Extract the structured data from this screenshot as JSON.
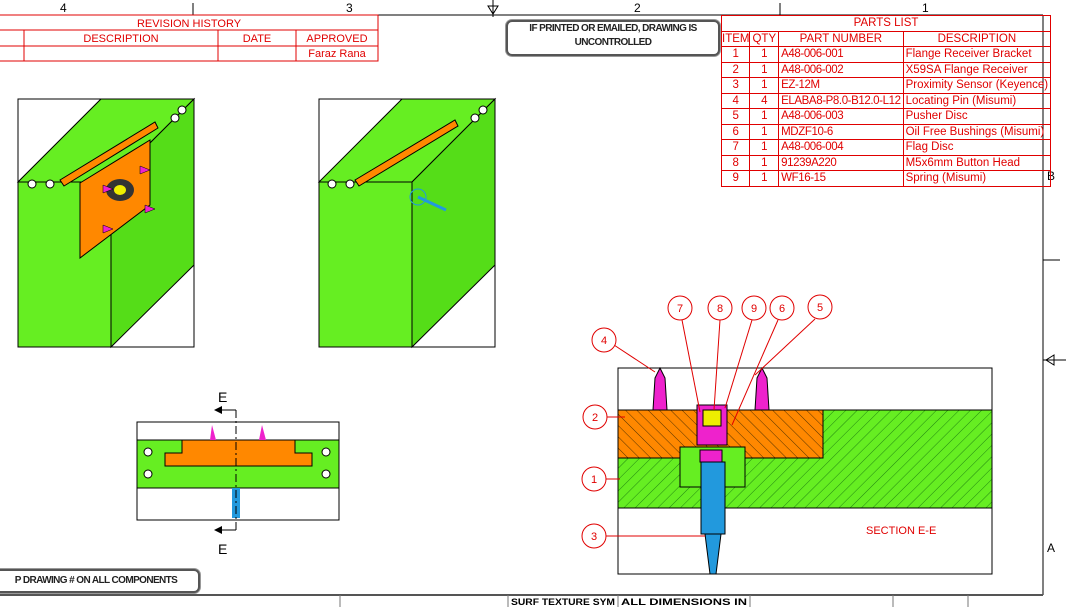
{
  "border": {
    "zones_top": [
      "4",
      "3",
      "2",
      "1"
    ],
    "zones_right": [
      "B",
      "A"
    ]
  },
  "revision_history": {
    "title": "REVISION HISTORY",
    "headers": [
      "",
      "DESCRIPTION",
      "DATE",
      "APPROVED"
    ],
    "rows": [
      [
        "",
        "",
        "",
        "Faraz Rana"
      ]
    ]
  },
  "stamp_top": "IF PRINTED OR EMAILED, DRAWING IS UNCONTROLLED",
  "stamp_bottom": "P DRAWING # ON ALL COMPONENTS",
  "parts_list": {
    "title": "PARTS LIST",
    "headers": [
      "ITEM",
      "QTY",
      "PART NUMBER",
      "DESCRIPTION"
    ],
    "rows": [
      [
        "1",
        "1",
        "A48-006-001",
        "Flange Receiver Bracket"
      ],
      [
        "2",
        "1",
        "A48-006-002",
        "X59SA Flange Receiver"
      ],
      [
        "3",
        "1",
        "EZ-12M",
        "Proximity Sensor (Keyence)"
      ],
      [
        "4",
        "4",
        "ELABA8-P8.0-B12.0-L12",
        "Locating Pin (Misumi)"
      ],
      [
        "5",
        "1",
        "A48-006-003",
        "Pusher Disc"
      ],
      [
        "6",
        "1",
        "MDZF10-6",
        "Oil Free Bushings (Misumi)"
      ],
      [
        "7",
        "1",
        "A48-006-004",
        "Flag Disc"
      ],
      [
        "8",
        "1",
        "91239A220",
        "M5x6mm Button Head"
      ],
      [
        "9",
        "1",
        "WF16-15",
        "Spring (Misumi)"
      ]
    ]
  },
  "section_view": {
    "label": "SECTION E-E",
    "cut_label": "E",
    "balloons": [
      "1",
      "2",
      "3",
      "4",
      "5",
      "6",
      "7",
      "8",
      "9"
    ]
  },
  "title_block": {
    "fragments": [
      "SURF TEXTURE SYM",
      "ALL DIMENSIONS IN"
    ]
  },
  "colors": {
    "annotation_red": "#e00000",
    "body_green": "#66ee22",
    "plate_orange": "#ff8800",
    "pin_magenta": "#ee22cc",
    "sensor_blue": "#2299dd"
  }
}
